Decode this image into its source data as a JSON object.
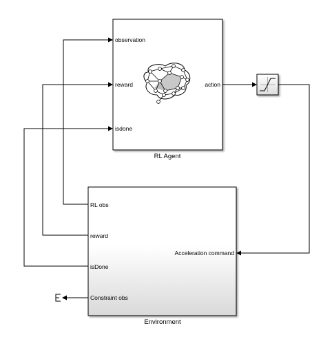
{
  "agent": {
    "title": "RL Agent",
    "inputs": [
      "observation",
      "reward",
      "isdone"
    ],
    "output": "action"
  },
  "saturation": {
    "icon": "saturation-icon"
  },
  "environment": {
    "title": "Environment",
    "outputs": [
      "RL obs",
      "reward",
      "isDone",
      "Constraint obs"
    ],
    "input": "Acceleration command"
  },
  "terminator": {
    "icon": "terminator-icon"
  },
  "colors": {
    "line": "#000000",
    "block_border": "#000000",
    "block_fill": "#ffffff",
    "gradient_end": "#d9d9d9"
  }
}
